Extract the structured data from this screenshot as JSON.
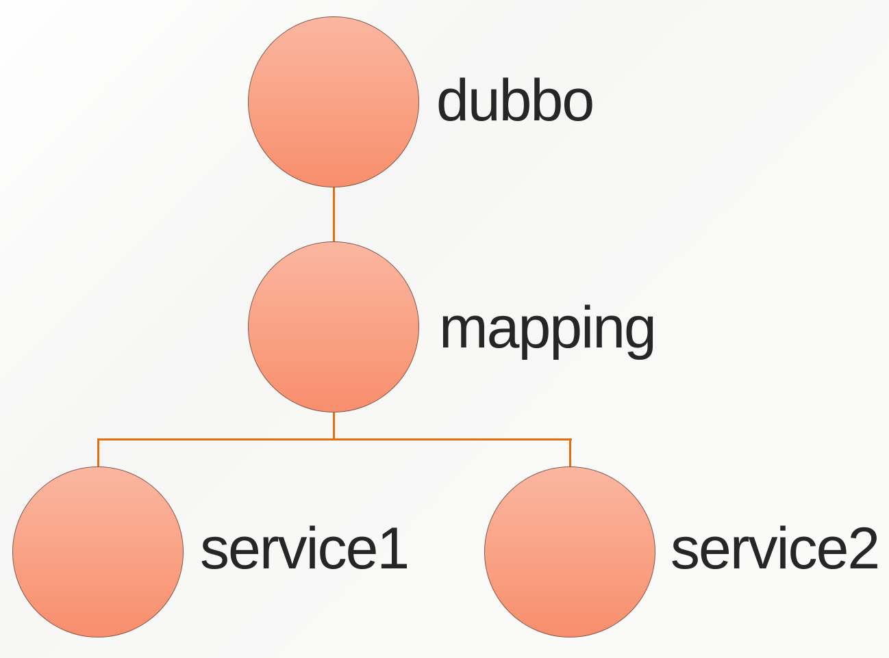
{
  "diagram": {
    "type": "tree",
    "nodes": [
      {
        "id": "dubbo",
        "label": "dubbo"
      },
      {
        "id": "mapping",
        "label": "mapping"
      },
      {
        "id": "service1",
        "label": "service1"
      },
      {
        "id": "service2",
        "label": "service2"
      }
    ],
    "edges": [
      {
        "from": "dubbo",
        "to": "mapping"
      },
      {
        "from": "mapping",
        "to": "service1"
      },
      {
        "from": "mapping",
        "to": "service2"
      }
    ],
    "colors": {
      "node_fill_top": "#fbb6a1",
      "node_fill_bottom": "#f88e6d",
      "node_border": "#5f3e34",
      "connector": "#e66c0c",
      "label_text": "#262626",
      "background": "#f8f8f7"
    }
  }
}
